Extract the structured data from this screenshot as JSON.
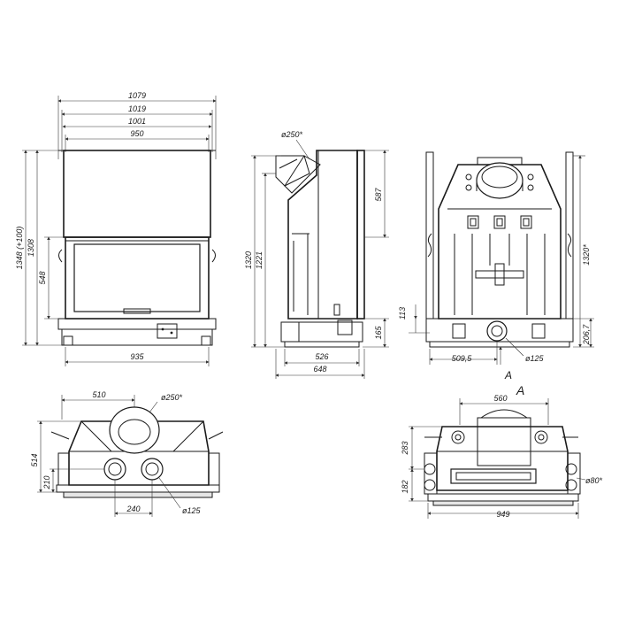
{
  "front": {
    "w1079": "1079",
    "w1019": "1019",
    "w1001": "1001",
    "w950": "950",
    "w935": "935",
    "h1348": "1348 (+100)",
    "h1308": "1308",
    "h548": "548"
  },
  "side": {
    "flue": "ø250*",
    "h1320": "1320",
    "h1221": "1221",
    "h587": "587",
    "h165": "165",
    "d526": "526",
    "d648": "648"
  },
  "back": {
    "h1320": "1320*",
    "h113": "113",
    "h2067": "206,7",
    "w5095": "509,5",
    "air": "ø125",
    "arrow": "A"
  },
  "top": {
    "w510": "510",
    "flue": "ø250*",
    "d514": "514",
    "d210": "210",
    "w240": "240",
    "air": "ø125"
  },
  "viewA": {
    "title": "A",
    "w560": "560",
    "h283": "283",
    "h182": "182",
    "duct": "ø80*",
    "w949": "949"
  }
}
